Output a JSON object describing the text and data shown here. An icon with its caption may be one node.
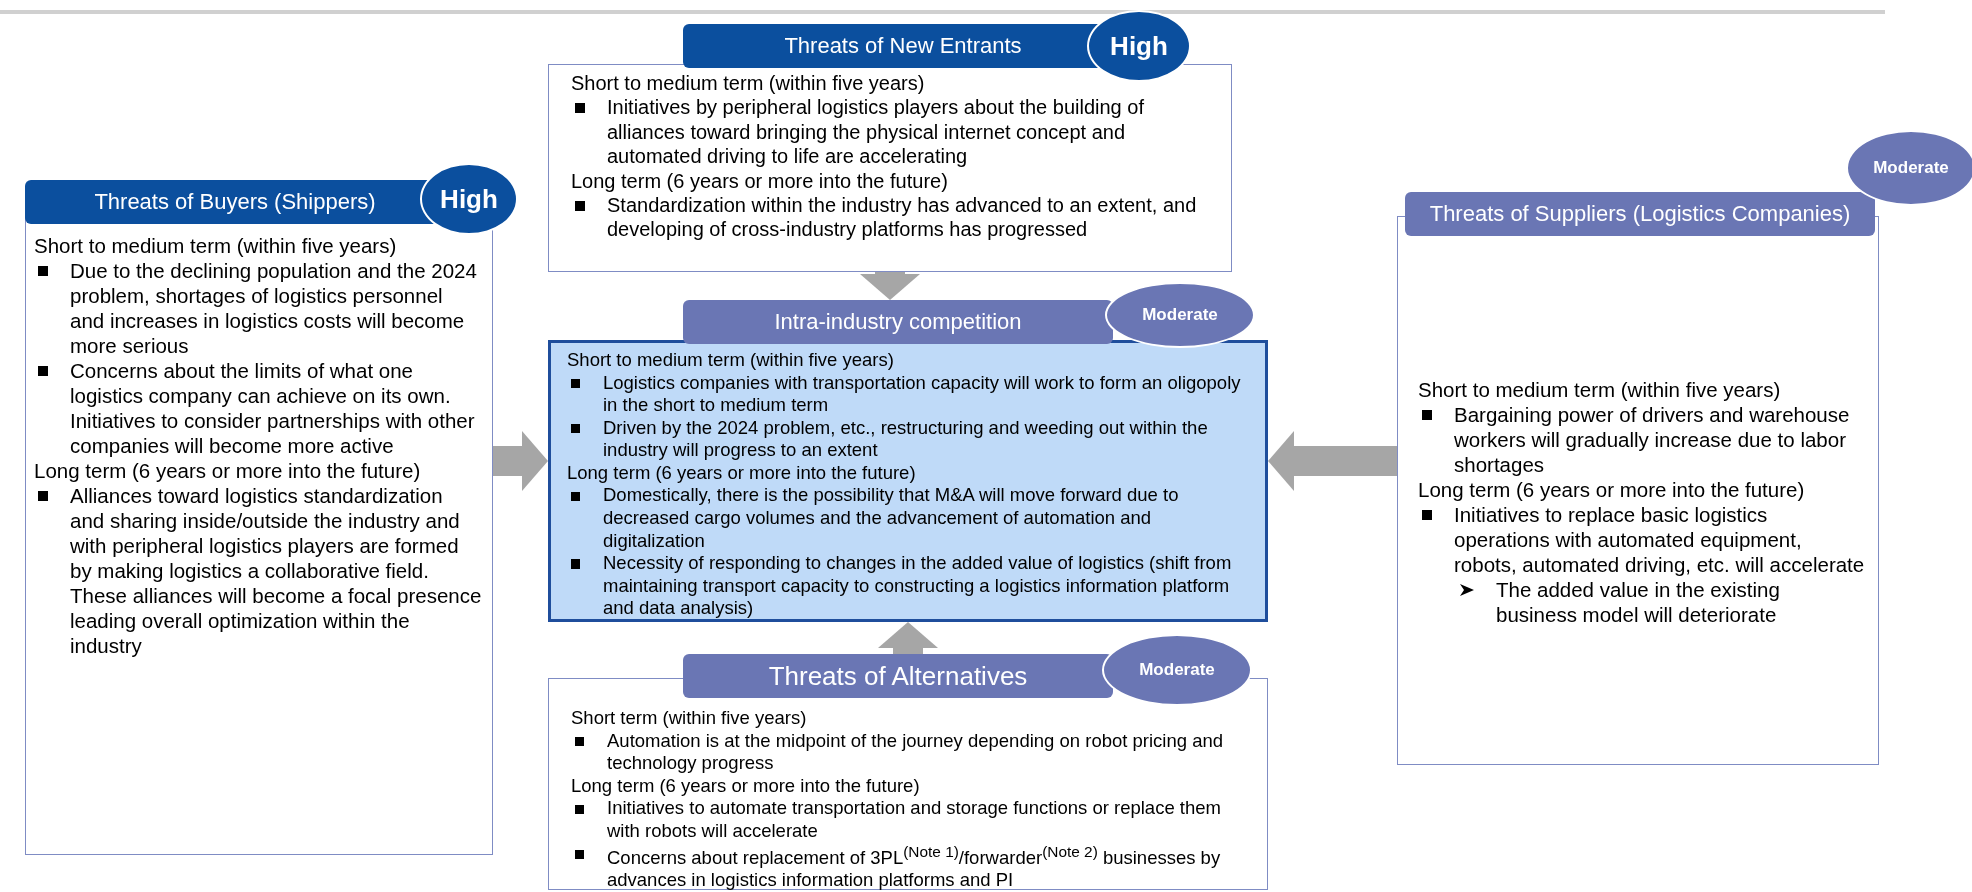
{
  "diagram": {
    "nodes": [
      {
        "text": [
          "Threats of New Entrants",
          "Short to medium term (within five years)",
          "Initiatives by peripheral logistics players about the building of alliances toward bringing the physical internet concept and automated driving to life are accelerating",
          "Long term (6 years or more into the future)",
          "Standardization within the industry has advanced to an extent, and developing of cross-industry platforms has progressed"
        ]
      },
      {
        "text": [
          "High"
        ]
      },
      {
        "text": [
          "Threats of Buyers (Shippers)",
          "Short to medium term (within five years)",
          "Due to the declining population and the 2024 problem, shortages of logistics personnel and increases in logistics costs will become more serious",
          "Concerns about the limits of what one logistics company can achieve on its own. Initiatives to consider partnerships with other companies will become more active",
          "Long term (6 years or more into the future)",
          "Alliances toward logistics standardization and sharing inside/outside the industry and with peripheral logistics players are formed by making logistics a collaborative field. These alliances will become a focal presence leading overall optimization within the industry"
        ]
      },
      {
        "text": [
          "High"
        ]
      },
      {
        "text": [
          "Intra-industry competition",
          "Short to medium term (within five years)",
          "Logistics companies with transportation capacity will work to form an oligopoly in the short to medium term",
          "Driven by the 2024 problem, etc., restructuring and weeding out within the industry will progress to an extent",
          "Long term (6 years or more into the future)",
          "Domestically, there is the possibility that M&A will move forward due to decreased cargo volumes and the advancement of automation and digitalization",
          "Necessity of responding to changes in the added value of logistics (shift from maintaining transport capacity to constructing a logistics information platform and data analysis)"
        ]
      },
      {
        "text": [
          "Moderate"
        ]
      },
      {
        "text": [
          "Threats of Suppliers (Logistics Companies)",
          "Short to medium term (within five years)",
          "Bargaining power of drivers and warehouse workers will gradually increase due to labor shortages",
          "Long term (6 years or more into the future)",
          "Initiatives to replace basic logistics operations with automated equipment, robots, automated driving, etc. will accelerate",
          "The added value in the existing business model will deteriorate"
        ]
      },
      {
        "text": [
          "Moderate"
        ]
      },
      {
        "text": [
          "Threats of Alternatives",
          "Short term (within five years)",
          "Automation is at the midpoint of the journey depending on robot pricing and technology progress",
          "Long term (6 years or more into the future)",
          "Initiatives to automate transportation and storage functions or replace them with robots will accelerate",
          "Concerns about replacement of 3PL$^{(Note 1)}$/forwarder$^{(Note 2)}$ businesses by advances in logistics information platforms and PI"
        ]
      },
      {
        "text": [
          "Moderate"
        ]
      }
    ],
    "edges": [
      {
        "from": 0,
        "to": 4,
        "arrow": "to"
      },
      {
        "from": 2,
        "to": 4,
        "arrow": "to"
      },
      {
        "from": 6,
        "to": 4,
        "arrow": "to"
      },
      {
        "from": 8,
        "to": 4,
        "arrow": "to"
      }
    ]
  }
}
